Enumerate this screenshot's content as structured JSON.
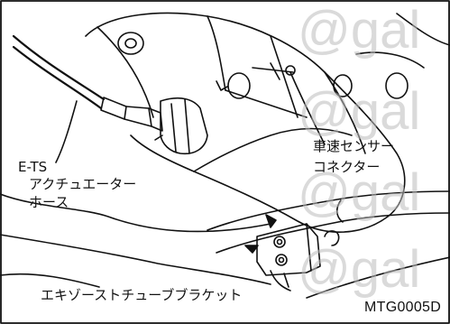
{
  "figure_code": "MTG0005D",
  "labels": {
    "hose_line1": "E-TS",
    "hose_line2": "アクチュエーター",
    "hose_line3": "ホース",
    "sensor_line1": "車速センサー",
    "sensor_line2": "コネクター",
    "bracket": "エキゾーストチューブブラケット"
  },
  "watermark": "@gal",
  "colors": {
    "ink": "#111111",
    "background": "#ffffff",
    "watermark": "#bdbdbd"
  }
}
